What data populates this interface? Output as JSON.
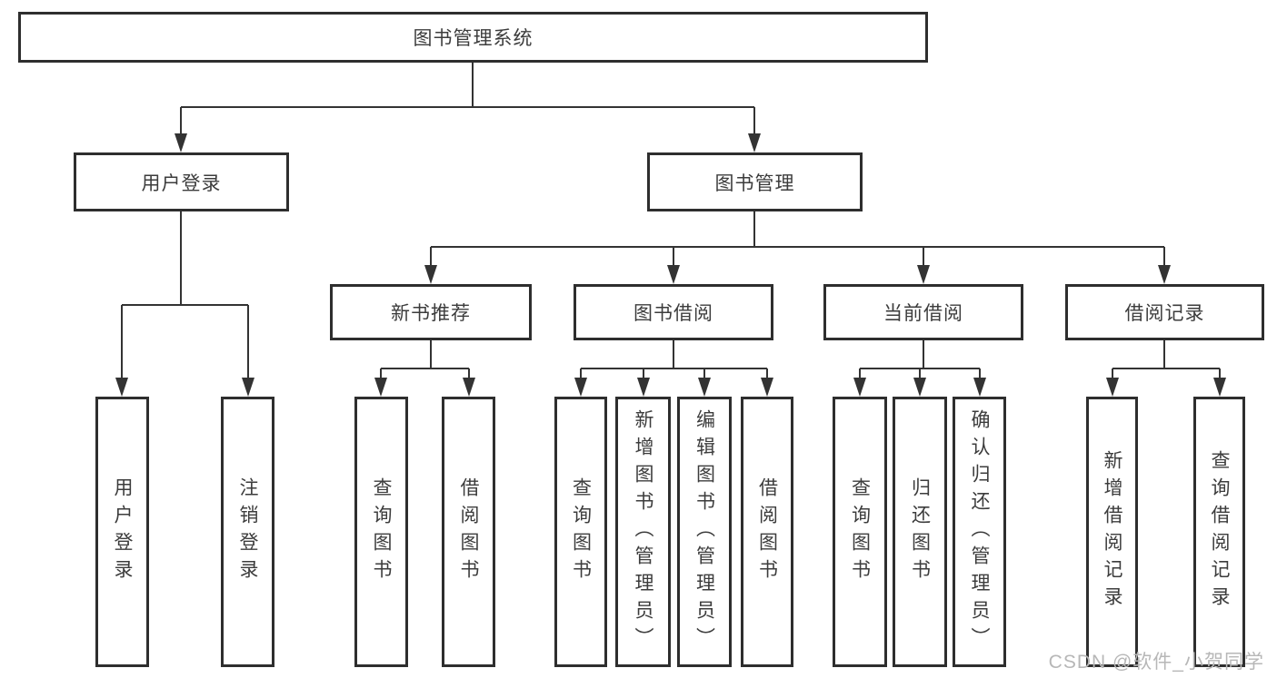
{
  "nodes": {
    "root": {
      "label": "图书管理系统"
    },
    "user_login": {
      "label": "用户登录"
    },
    "book_mgmt": {
      "label": "图书管理"
    },
    "new_book_rec": {
      "label": "新书推荐"
    },
    "book_borrow": {
      "label": "图书借阅"
    },
    "current_borrow": {
      "label": "当前借阅"
    },
    "borrow_records": {
      "label": "借阅记录"
    },
    "leaf_user_login": {
      "label": "用户登录"
    },
    "leaf_logout": {
      "label": "注销登录"
    },
    "leaf_query_book_a": {
      "label": "查询图书"
    },
    "leaf_borrow_book_a": {
      "label": "借阅图书"
    },
    "leaf_query_book_b": {
      "label": "查询图书"
    },
    "leaf_add_book": {
      "label": "新增图书（管理员）"
    },
    "leaf_edit_book": {
      "label": "编辑图书（管理员）"
    },
    "leaf_borrow_book_b": {
      "label": "借阅图书"
    },
    "leaf_query_book_c": {
      "label": "查询图书"
    },
    "leaf_return_book": {
      "label": "归还图书"
    },
    "leaf_confirm_return": {
      "label": "确认归还（管理员）"
    },
    "leaf_add_borrow_record": {
      "label": "新增借阅记录"
    },
    "leaf_query_borrow_record": {
      "label": "查询借阅记录"
    }
  },
  "watermark": {
    "text": "CSDN @软件_小贺同学"
  },
  "colors": {
    "line": "#333333",
    "box_border": "#2e2e2e",
    "text": "#3c3c3c",
    "watermark": "#b7b7b7",
    "background": "#ffffff"
  }
}
